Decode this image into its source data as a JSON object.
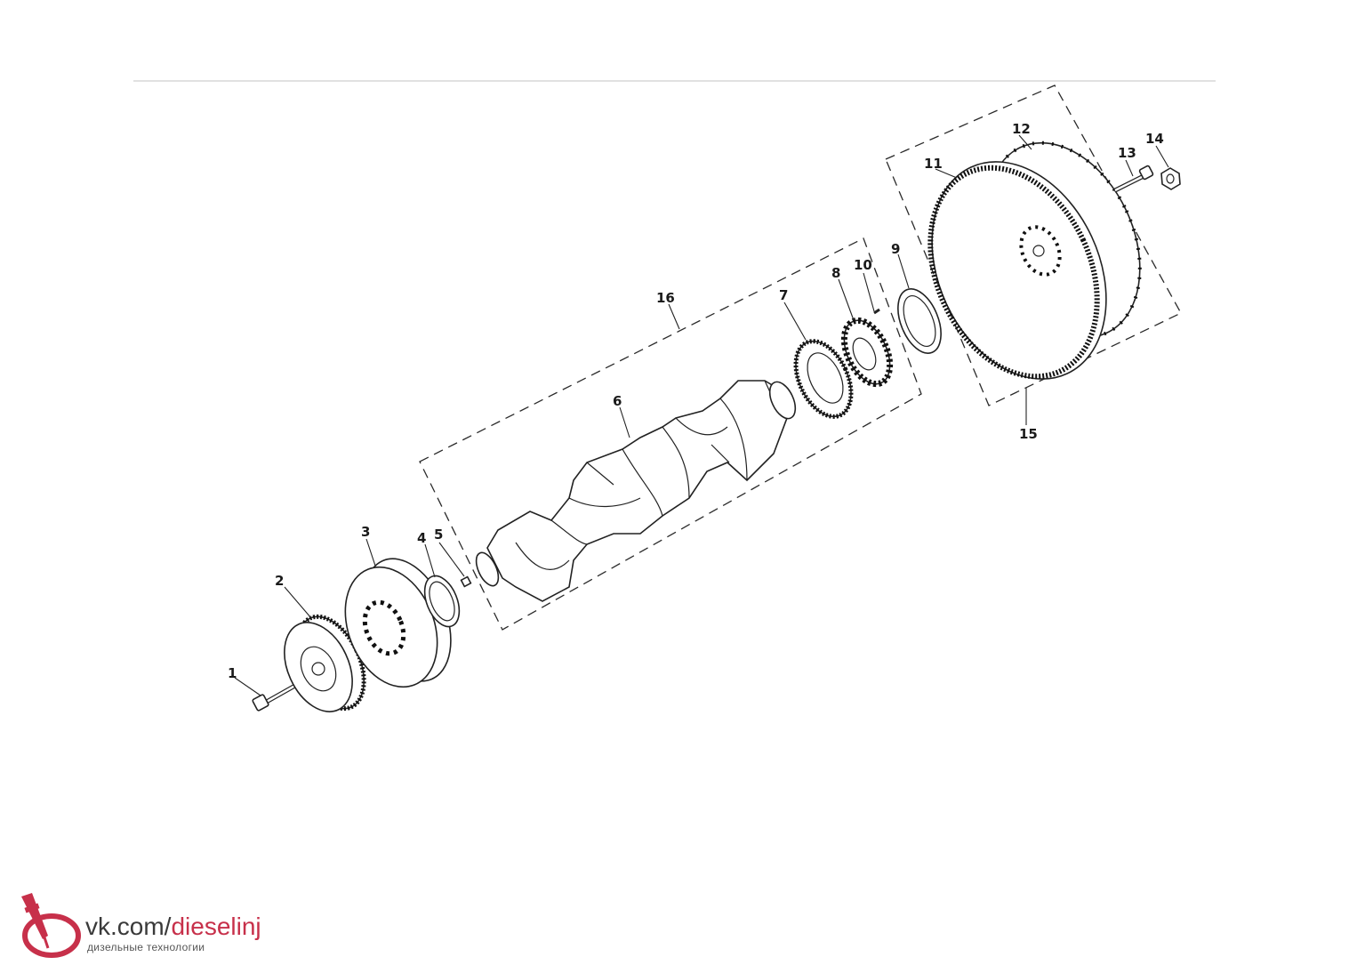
{
  "callouts": [
    "1",
    "2",
    "3",
    "4",
    "5",
    "6",
    "7",
    "8",
    "9",
    "10",
    "11",
    "12",
    "13",
    "14",
    "15",
    "16"
  ],
  "watermark": {
    "prefix": "vk.com/",
    "highlight": "dieselinj",
    "subtitle": "дизельные технологии",
    "brand_color": "#c7304a",
    "icon": "injector-logo-icon"
  },
  "colors": {
    "line": "#222222",
    "background": "#ffffff"
  }
}
